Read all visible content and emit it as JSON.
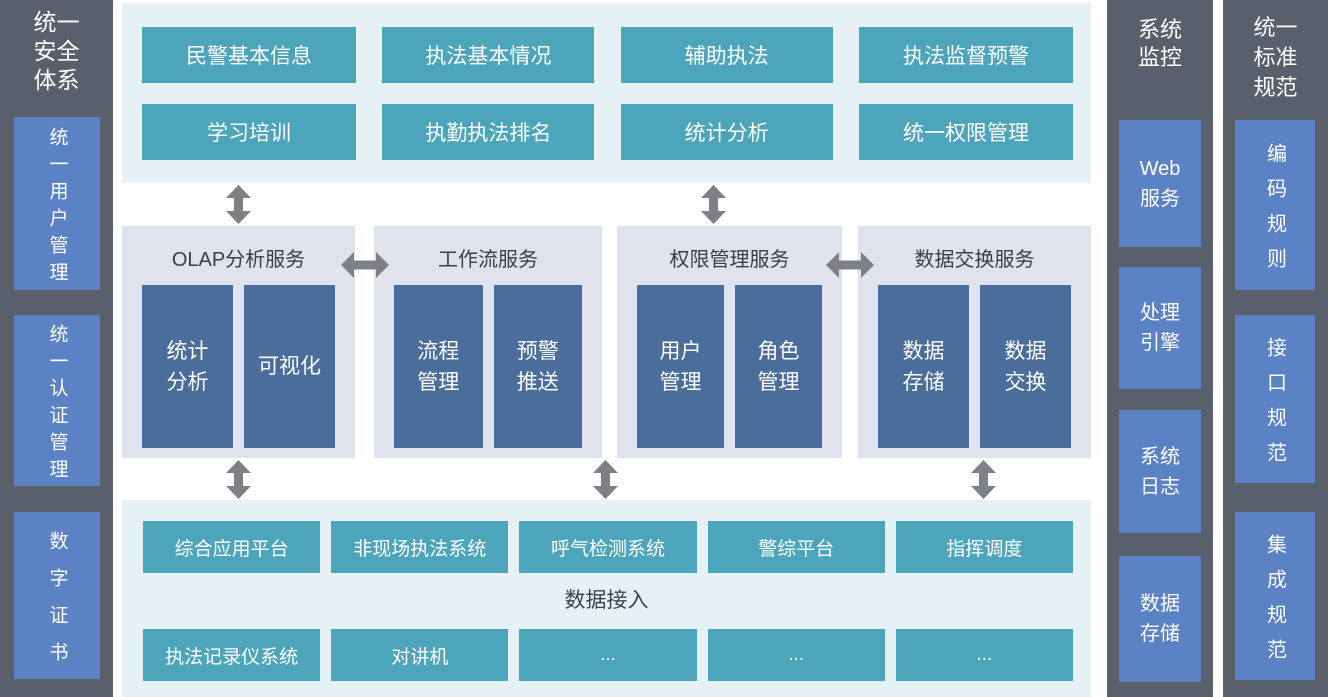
{
  "colors": {
    "column_bg": "#5a606b",
    "panel_item_blue": "#5b82c4",
    "app_button_teal": "#4da5bc",
    "band_bg_teal": "#e6f1f5",
    "service_group_bg": "#dfe3ee",
    "module_dark_blue": "#4a6d9b",
    "arrow_gray": "#7d8084"
  },
  "left_sidebar": {
    "title": "统一\n安全\n体系",
    "items": [
      "统一用户管理",
      "统一认证管理",
      "数字证书"
    ]
  },
  "top_apps": {
    "items": [
      "民警基本信息",
      "执法基本情况",
      "辅助执法",
      "执法监督预警",
      "学习培训",
      "执勤执法排名",
      "统计分析",
      "统一权限管理"
    ]
  },
  "services": [
    {
      "title": "OLAP分析服务",
      "modules": [
        "统计\n分析",
        "可视化"
      ]
    },
    {
      "title": "工作流服务",
      "modules": [
        "流程\n管理",
        "预警\n推送"
      ]
    },
    {
      "title": "权限管理服务",
      "modules": [
        "用户\n管理",
        "角色\n管理"
      ]
    },
    {
      "title": "数据交换服务",
      "modules": [
        "数据\n存储",
        "数据\n交换"
      ]
    }
  ],
  "data_access": {
    "systems": [
      "综合应用平台",
      "非现场执法系统",
      "呼气检测系统",
      "警综平台",
      "指挥调度"
    ],
    "label": "数据接入",
    "devices": [
      "执法记录仪系统",
      "对讲机",
      "...",
      "...",
      "..."
    ]
  },
  "monitor": {
    "title": "系统\n监控",
    "items": [
      "Web\n服务",
      "处理\n引擎",
      "系统\n日志",
      "数据\n存储"
    ]
  },
  "standards": {
    "title": "统一\n标准\n规范",
    "items": [
      "编码规则",
      "接口规范",
      "集成规范"
    ]
  }
}
